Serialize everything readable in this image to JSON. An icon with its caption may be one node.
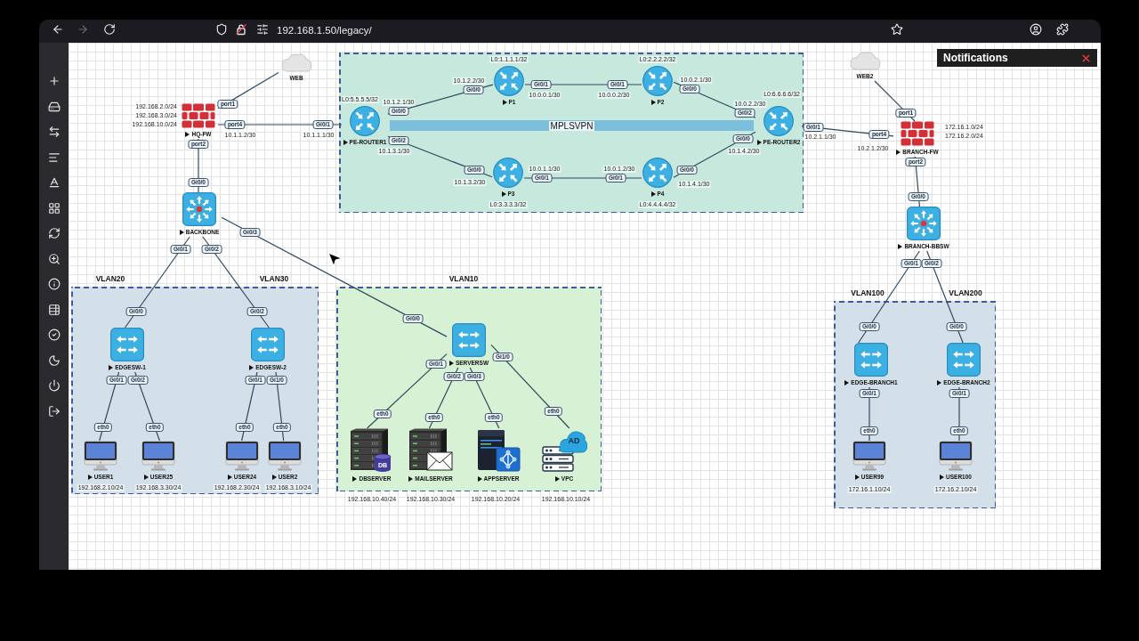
{
  "diagram": {
    "nodes": [
      {
        "text": [
          "WEB"
        ]
      },
      {
        "text": [
          "HQ-FW"
        ],
        "beside": [
          "192.168.2.0/24",
          "192.168.3.0/24",
          "192.168.10.0/24"
        ]
      },
      {
        "text": [],
        "shape": "box"
      },
      {
        "text": [
          "MPLSVPN"
        ],
        "in": 2
      },
      {
        "text": [
          "PE-ROUTER1"
        ],
        "in": 2,
        "beside": [
          "L0:5.5.5.5/32"
        ]
      },
      {
        "text": [
          "P1"
        ],
        "in": 2,
        "beside": [
          "L0:1.1.1.1/32"
        ]
      },
      {
        "text": [
          "P2"
        ],
        "in": 2,
        "beside": [
          "L0:2.2.2.2/32"
        ]
      },
      {
        "text": [
          "PE-ROUTER2"
        ],
        "in": 2,
        "beside": [
          "L0:6.6.6.6/32"
        ]
      },
      {
        "text": [
          "P3"
        ],
        "in": 2,
        "beside": [
          "L0:3.3.3.3/32"
        ]
      },
      {
        "text": [
          "P4"
        ],
        "in": 2,
        "beside": [
          "L0:4.4.4.4/32"
        ]
      },
      {
        "text": [
          "WEB2"
        ]
      },
      {
        "text": [
          "BRANCH-FW"
        ],
        "beside": [
          "172.16.1.0/24",
          "172.16.2.0/24"
        ]
      },
      {
        "text": [
          "BACKBONE"
        ]
      },
      {
        "text": [
          "BRANCH-BBSW"
        ]
      },
      {
        "text": [
          "VLAN20",
          "VLAN30"
        ]
      },
      {
        "text": [
          "VLAN10"
        ]
      },
      {
        "text": [
          "VLAN100",
          "VLAN200"
        ]
      },
      {
        "text": [
          "EDGESW-1"
        ],
        "in": 14
      },
      {
        "text": [
          "EDGESW-2"
        ],
        "in": 14
      },
      {
        "text": [
          "SERVERSW"
        ],
        "in": 15
      },
      {
        "text": [
          "EDGE-BRANCH1"
        ],
        "in": 16
      },
      {
        "text": [
          "EDGE-BRANCH2"
        ],
        "in": 16
      },
      {
        "text": [
          "USER1"
        ],
        "in": 14,
        "beside": [
          "192.168.2.10/24"
        ]
      },
      {
        "text": [
          "USER25"
        ],
        "in": 14,
        "beside": [
          "192.168.3.30/24"
        ]
      },
      {
        "text": [
          "USER24"
        ],
        "in": 14,
        "beside": [
          "192.168.2.30/24"
        ]
      },
      {
        "text": [
          "USER2"
        ],
        "in": 14,
        "beside": [
          "192.168.3.10/24"
        ]
      },
      {
        "text": [
          "DBSERVER"
        ],
        "in": 15,
        "beside": [
          "192.168.10.40/24"
        ]
      },
      {
        "text": [
          "MAILSERVER"
        ],
        "in": 15,
        "beside": [
          "192.168.10.30/24"
        ]
      },
      {
        "text": [
          "APPSERVER"
        ],
        "in": 15,
        "beside": [
          "192.168.10.20/24"
        ]
      },
      {
        "text": [
          "VPC"
        ],
        "in": 15,
        "beside": [
          "192.168.10.10/24"
        ]
      },
      {
        "text": [
          "USER99"
        ],
        "in": 16,
        "beside": [
          "172.16.1.10/24"
        ]
      },
      {
        "text": [
          "USER100"
        ],
        "in": 16,
        "beside": [
          "172.16.2.10/24"
        ]
      }
    ],
    "edges": [
      {
        "from": 1,
        "to": 0,
        "arrow": "none"
      },
      {
        "from": 1,
        "to": 4,
        "arrow": "none"
      },
      {
        "from": 4,
        "to": 5,
        "arrow": "none"
      },
      {
        "from": 5,
        "to": 6,
        "arrow": "none"
      },
      {
        "from": 6,
        "to": 7,
        "arrow": "none"
      },
      {
        "from": 4,
        "to": 8,
        "arrow": "none"
      },
      {
        "from": 8,
        "to": 9,
        "arrow": "none"
      },
      {
        "from": 9,
        "to": 7,
        "arrow": "none"
      },
      {
        "from": 7,
        "to": 11,
        "arrow": "none"
      },
      {
        "from": 10,
        "to": 11,
        "arrow": "none"
      },
      {
        "from": 1,
        "to": 12,
        "arrow": "none"
      },
      {
        "from": 11,
        "to": 13,
        "arrow": "none"
      },
      {
        "from": 12,
        "to": 17,
        "arrow": "none"
      },
      {
        "from": 12,
        "to": 18,
        "arrow": "none"
      },
      {
        "from": 12,
        "to": 19,
        "arrow": "none"
      },
      {
        "from": 17,
        "to": 22,
        "arrow": "none"
      },
      {
        "from": 17,
        "to": 23,
        "arrow": "none"
      },
      {
        "from": 18,
        "to": 24,
        "arrow": "none"
      },
      {
        "from": 18,
        "to": 25,
        "arrow": "none"
      },
      {
        "from": 19,
        "to": 26,
        "arrow": "none"
      },
      {
        "from": 19,
        "to": 27,
        "arrow": "none"
      },
      {
        "from": 19,
        "to": 28,
        "arrow": "none"
      },
      {
        "from": 19,
        "to": 29,
        "arrow": "none"
      },
      {
        "from": 13,
        "to": 20,
        "arrow": "none"
      },
      {
        "from": 13,
        "to": 21,
        "arrow": "none"
      },
      {
        "from": 20,
        "to": 30,
        "arrow": "none"
      },
      {
        "from": 21,
        "to": 31,
        "arrow": "none"
      }
    ],
    "labels": [
      "192.168.1.50/legacy/",
      "Notifications",
      "10.1.2.2/30",
      "Gi0/0",
      "Gi0/1",
      "10.0.0.1/30",
      "10.0.0.2/30",
      "Gi0/1",
      "Gi0/0",
      "10.0.2.1/30",
      "port1",
      "10.1.2.1/30",
      "Gi0/0",
      "Gi0/2",
      "10.0.2.2/30",
      "port1",
      "port2",
      "port4",
      "10.1.1.2/30",
      "10.1.1.1/30",
      "Gi0/1",
      "10.1.3.1/30",
      "Gi0/2",
      "Gi0/0",
      "10.1.4.2/30",
      "Gi0/1",
      "10.2.1.1/30",
      "10.2.1.2/30",
      "port4",
      "Gi0/0",
      "10.0.1.1/30",
      "10.0.1.2/30",
      "Gi0/0",
      "port2",
      "Gi0/0",
      "10.1.3.2/30",
      "Gi0/1",
      "Gi0/1",
      "10.1.4.1/30",
      "Gi0/0",
      "Gi0/3",
      "Gi0/1",
      "Gi0/2",
      "Gi0/1",
      "Gi0/2",
      "Gi0/0",
      "Gi0/2",
      "Gi0/0",
      "Gi0/0",
      "Gi0/0",
      "Gi0/1",
      "Gi1/0",
      "Gi0/1",
      "Gi0/2",
      "Gi0/1",
      "Gi1/0",
      "Gi0/2",
      "Gi0/3",
      "Gi0/1",
      "Gi0/1",
      "eth0",
      "eth0",
      "eth0",
      "eth0",
      "eth0",
      "eth0",
      "eth0",
      "eth0",
      "eth0",
      "eth0",
      "AD",
      "DB"
    ]
  }
}
